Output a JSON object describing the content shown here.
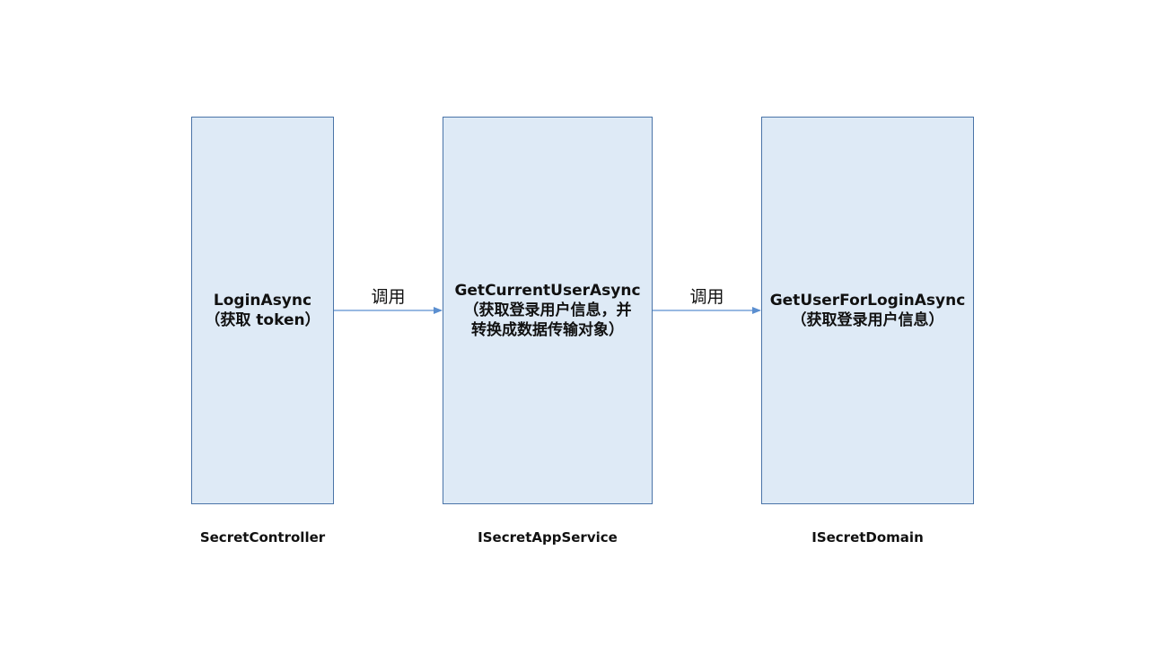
{
  "diagram": {
    "boxes": [
      {
        "lines": [
          "LoginAsync",
          "（获取 token）"
        ],
        "caption": "SecretController"
      },
      {
        "lines": [
          "GetCurrentUserAsync",
          "（获取登录用户信息，并",
          "转换成数据传输对象）"
        ],
        "caption": "ISecretAppService"
      },
      {
        "lines": [
          "GetUserForLoginAsync",
          "（获取登录用户信息）"
        ],
        "caption": "ISecretDomain"
      }
    ],
    "arrows": [
      {
        "label": "调用"
      },
      {
        "label": "调用"
      }
    ],
    "colors": {
      "box_fill": "#deeaf6",
      "box_border": "#4a74a8",
      "arrow": "#5b8fd0"
    }
  }
}
